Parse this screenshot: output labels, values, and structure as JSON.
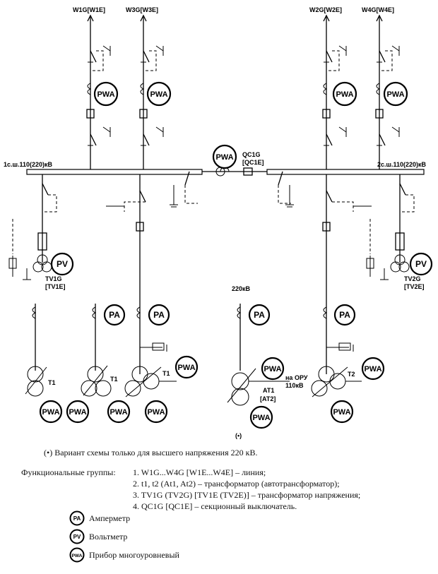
{
  "labels": {
    "line_w1": "W1G[W1E]",
    "line_w3": "W3G[W3E]",
    "line_w2": "W2G[W2E]",
    "line_w4": "W4G[W4E]",
    "bus1": "1с.ш.110(220)кВ",
    "bus2": "2с.ш.110(220)кВ",
    "qc1g": "QC1G",
    "qc1e": "[QC1E]",
    "tv1g": "TV1G",
    "tv1e": "[TV1E]",
    "tv2g": "TV2G",
    "tv2e": "[TV2E]",
    "t1_a": "T1",
    "t1_b": "T1",
    "t1_c": "T1",
    "t2": "T2",
    "at1": "AT1",
    "at2": "[AT2]",
    "kv220": "220кВ",
    "ory_line1": "на ОРУ",
    "ory_line2": "110кВ",
    "star_mark": "(•)"
  },
  "meters": {
    "pwa": "PWA",
    "pa": "PA",
    "pv": "PV"
  },
  "notes": {
    "variant": "(•) Вариант схемы только для высшего напряжения 220 кВ.",
    "groups_title": "Функциональные группы:",
    "groups": [
      "1. W1G...W4G [W1E...W4E] – линия;",
      "2. t1, t2 (At1, At2) – трансформатор (автотрансформатор);",
      "3. TV1G (TV2G) [TV1E (TV2E)] – трансформатор напряжения;",
      "4. QC1G [QC1E] – секционный выключатель."
    ]
  },
  "legend": [
    {
      "icon": "PA",
      "text": "Амперметр"
    },
    {
      "icon": "PV",
      "text": "Вольтметр"
    },
    {
      "icon": "PWA",
      "text": "Прибор многоуровневый"
    }
  ]
}
